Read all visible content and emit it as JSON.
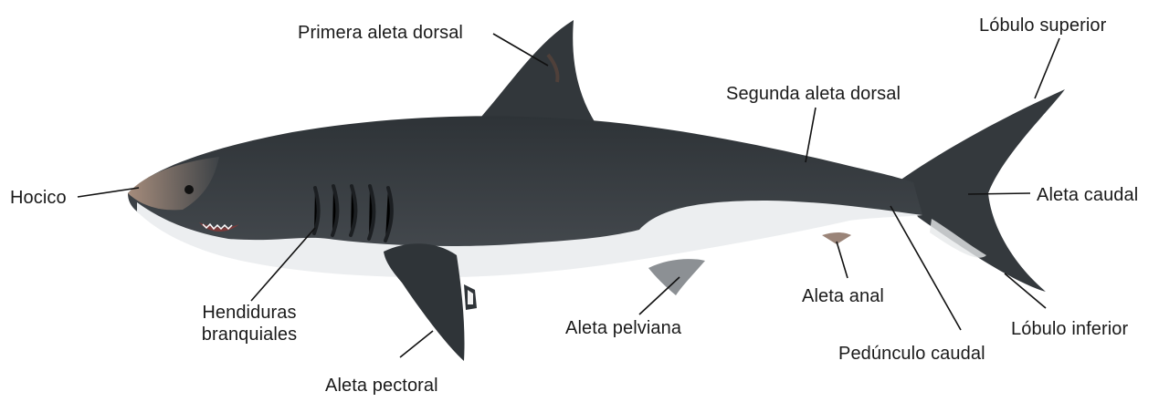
{
  "labels": {
    "primera_aleta_dorsal": "Primera aleta dorsal",
    "lobulo_superior": "Lóbulo superior",
    "segunda_aleta_dorsal": "Segunda aleta dorsal",
    "hocico": "Hocico",
    "aleta_caudal": "Aleta caudal",
    "hendiduras_line1": "Hendiduras",
    "hendiduras_line2": "branquiales",
    "aleta_anal": "Aleta anal",
    "aleta_pelviana": "Aleta pelviana",
    "lobulo_inferior": "Lóbulo inferior",
    "pedunculo_caudal": "Pedúnculo caudal",
    "aleta_pectoral": "Aleta pectoral"
  },
  "colors": {
    "body_dark": "#3a3f44",
    "belly": "#eef0f2",
    "snout": "#b89a86",
    "line": "#111111"
  }
}
